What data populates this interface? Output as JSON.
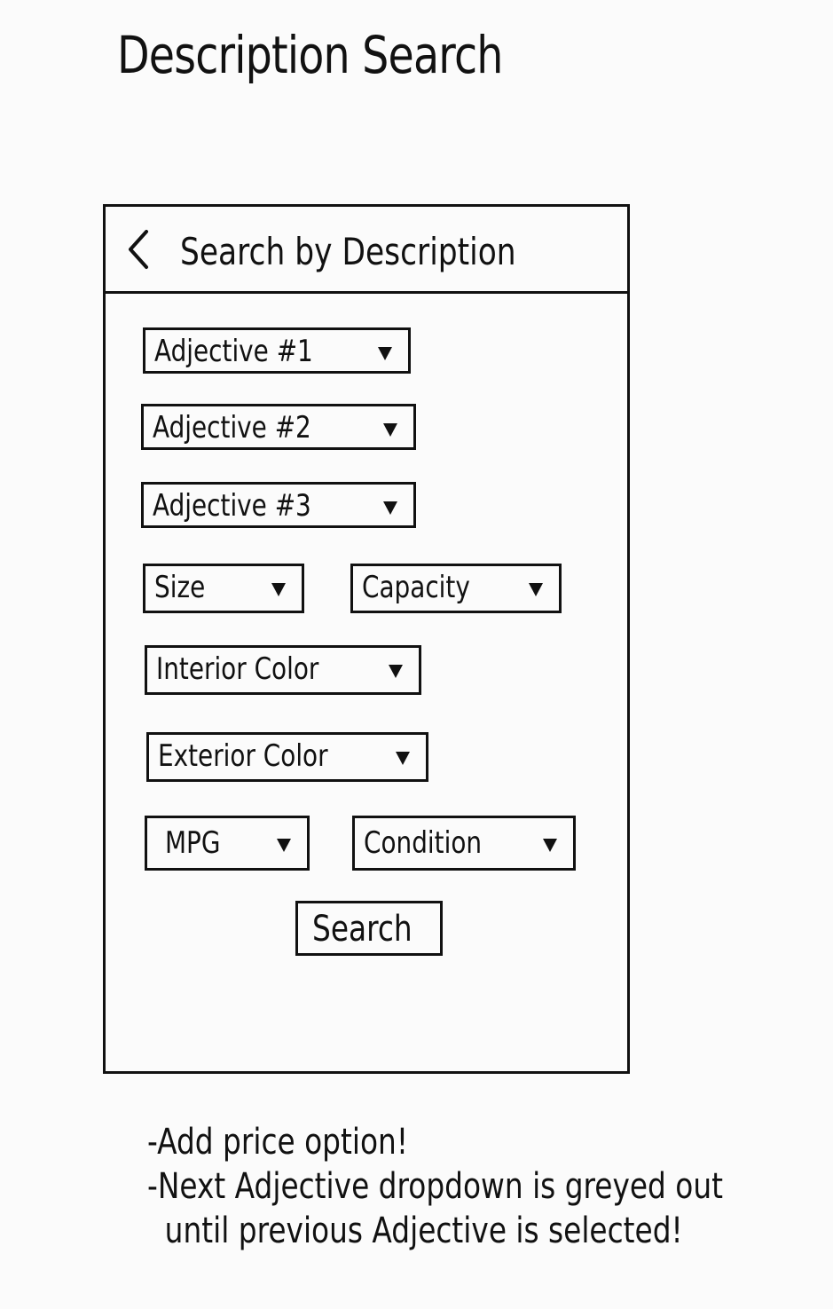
{
  "page": {
    "title": "Description Search"
  },
  "header": {
    "back_icon": "chevron-left-icon",
    "title": "Search by Description"
  },
  "dropdowns": {
    "adjective1": "Adjective #1",
    "adjective2": "Adjective #2",
    "adjective3": "Adjective #3",
    "size": "Size",
    "capacity": "Capacity",
    "interior_color": "Interior Color",
    "exterior_color": "Exterior Color",
    "mpg": "MPG",
    "condition": "Condition",
    "arrow_icon": "triangle-down-icon"
  },
  "search_button": {
    "label": "Search"
  },
  "notes": [
    "-Add price option!",
    "-Next Adjective dropdown is greyed out",
    "until previous Adjective is selected!"
  ]
}
